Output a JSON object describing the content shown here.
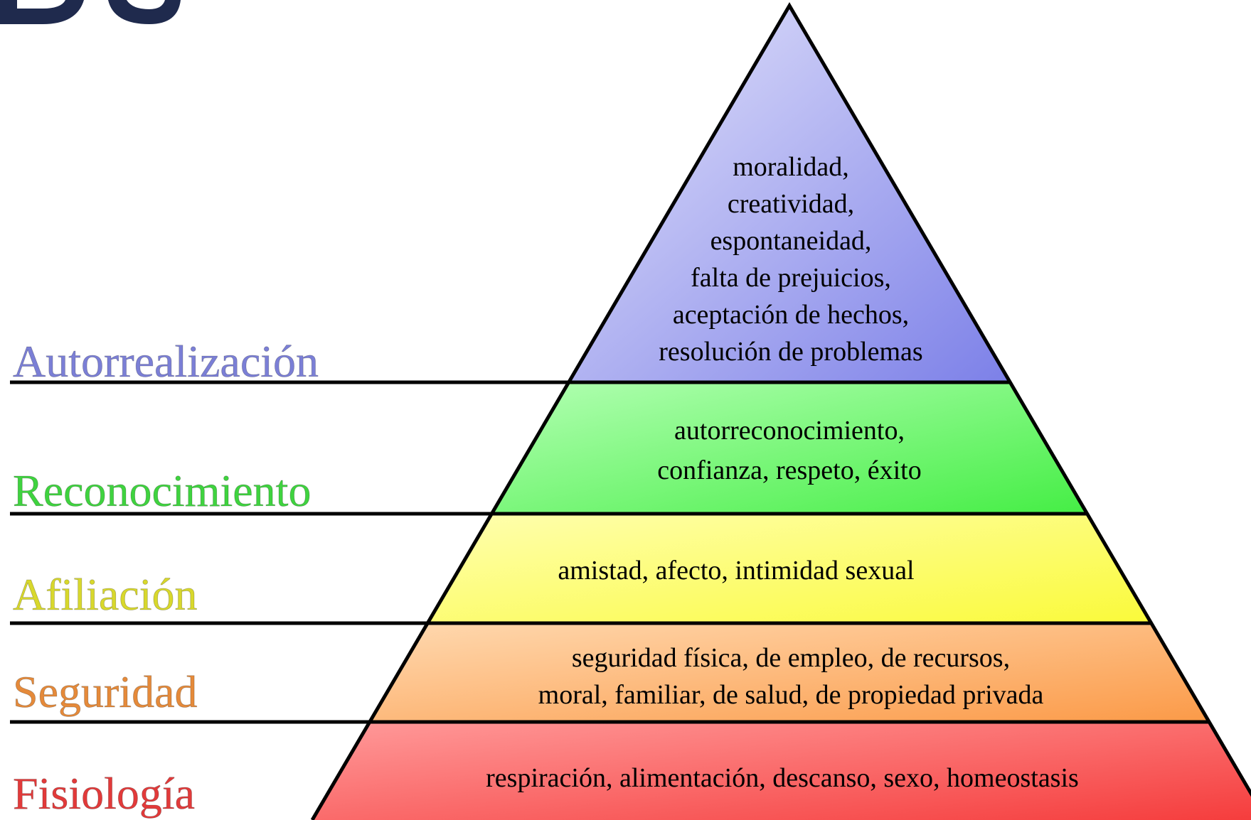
{
  "logo": {
    "text": "DS",
    "color": "#1f2a4d"
  },
  "levels": [
    {
      "name": "Autorrealización",
      "color": "#7b7fd6",
      "fill_light": "#e6e6fb",
      "fill_dark": "#7c80e8",
      "text_lines": [
        "moralidad,",
        "creatividad,",
        "espontaneidad,",
        "falta de prejuicios,",
        "aceptación de hechos,",
        "resolución de problemas"
      ]
    },
    {
      "name": "Reconocimiento",
      "color": "#3fd33f",
      "fill_light": "#b3ffb3",
      "fill_dark": "#45ee45",
      "text_lines": [
        "autorreconocimiento,",
        "confianza, respeto, éxito"
      ]
    },
    {
      "name": "Afiliación",
      "color": "#d8d82c",
      "fill_light": "#ffffb0",
      "fill_dark": "#fafa3a",
      "text_lines": [
        "amistad, afecto, intimidad sexual"
      ]
    },
    {
      "name": "Seguridad",
      "color": "#e58a3a",
      "fill_light": "#ffd9b0",
      "fill_dark": "#fb9a48",
      "text_lines": [
        "seguridad física, de empleo, de recursos,",
        "moral, familiar, de salud, de propiedad privada"
      ]
    },
    {
      "name": "Fisiología",
      "color": "#e23a3a",
      "fill_light": "#ff9a9a",
      "fill_dark": "#f53c3c",
      "text_lines": [
        "respiración, alimentación, descanso, sexo, homeostasis"
      ]
    }
  ]
}
